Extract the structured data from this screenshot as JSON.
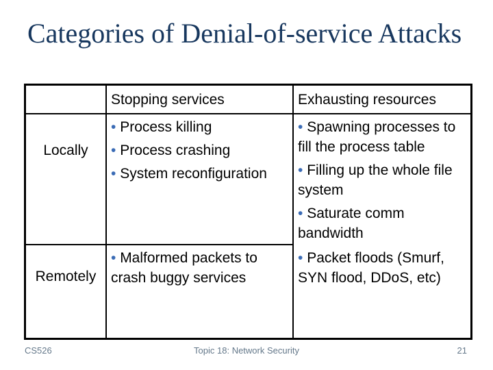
{
  "slide": {
    "title": "Categories of Denial-of-service Attacks",
    "table": {
      "col_headers": {
        "stopping": "Stopping services",
        "exhausting": "Exhausting resources"
      },
      "rows": [
        {
          "label": "Locally",
          "stopping_services": [
            "Process killing",
            "Process crashing",
            "System reconfiguration"
          ],
          "exhausting_resources": [
            "Spawning processes to fill the process table",
            "Filling up the whole file system",
            "Saturate comm bandwidth"
          ]
        },
        {
          "label": "Remotely",
          "stopping_services": [
            "Malformed packets to crash buggy services"
          ],
          "exhausting_resources": [
            "Packet floods (Smurf, SYN flood, DDoS, etc)"
          ]
        }
      ]
    },
    "footer": {
      "course": "CS526",
      "topic": "Topic 18: Network Security",
      "page_number": "21"
    },
    "colors": {
      "title_text": "#17375e",
      "bullet_dot": "#3a6bb5",
      "footer_text": "#64788a",
      "table_border": "#000000",
      "background": "#ffffff"
    }
  }
}
